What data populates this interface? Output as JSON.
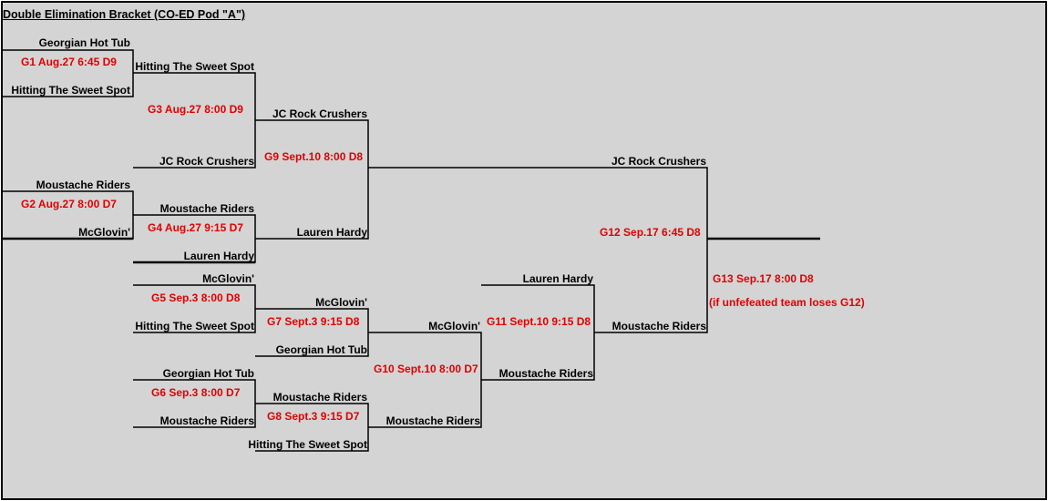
{
  "title": "Double Elimination Bracket (CO-ED Pod \"A\")",
  "games": {
    "g1": "G1 Aug.27 6:45 D9",
    "g2": "G2 Aug.27 8:00 D7",
    "g3": "G3 Aug.27 8:00 D9",
    "g4": "G4 Aug.27 9:15 D7",
    "g5": "G5 Sep.3 8:00 D8",
    "g6": "G6 Sep.3 8:00 D7",
    "g7": "G7 Sept.3 9:15 D8",
    "g8": "G8 Sept.3 9:15 D7",
    "g9": "G9 Sept.10 8:00 D8",
    "g10": "G10 Sept.10 8:00 D7",
    "g11": "G11 Sept.10 9:15 D8",
    "g12": "G12 Sep.17 6:45 D8",
    "g13": "G13 Sep.17 8:00 D8",
    "g13_note": "(if unfefeated team loses G12)"
  },
  "teams": {
    "g1_top": "Georgian Hot Tub",
    "g1_bottom": "Hitting The Sweet Spot",
    "g2_top": "Moustache Riders",
    "g2_bottom": "McGlovin'",
    "g3_top": "Hitting The Sweet Spot",
    "g3_bottom": "JC Rock Crushers",
    "g4_top": "Moustache Riders",
    "g4_bottom": "Lauren Hardy",
    "g9_top": "JC Rock Crushers",
    "g9_bottom": "Lauren Hardy",
    "g5_top": "McGlovin'",
    "g5_bottom": "Hitting The Sweet Spot",
    "g6_top": "Georgian Hot Tub",
    "g6_bottom": "Moustache Riders",
    "g7_top": "McGlovin'",
    "g7_bottom": "Georgian Hot Tub",
    "g8_top": "Moustache Riders",
    "g8_bottom": "Hitting The Sweet Spot",
    "g10_top": "McGlovin'",
    "g10_bottom": "Moustache Riders",
    "g11_top": "Lauren Hardy",
    "g11_bottom": "Moustache Riders",
    "g12_top": "JC Rock Crushers",
    "g12_bottom": "Moustache Riders"
  }
}
